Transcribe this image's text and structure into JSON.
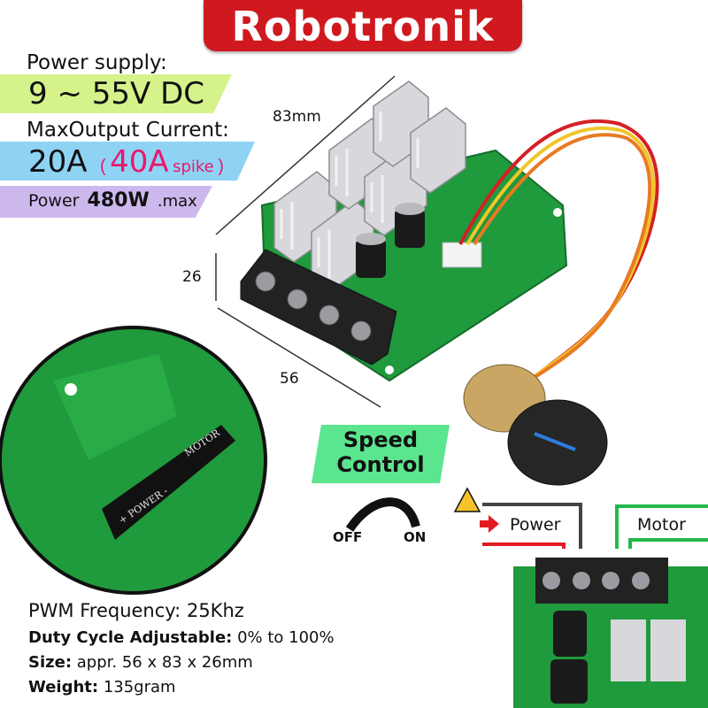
{
  "brand": "Robotronik",
  "power_supply": {
    "label": "Power supply:",
    "value": "9 ~ 55V DC"
  },
  "max_output": {
    "label": "MaxOutput Current:",
    "value": "20A",
    "spike_value": "40A",
    "spike_word": "spike",
    "open_bracket": "(",
    "close_bracket": ")"
  },
  "power": {
    "label": "Power",
    "value": "480W",
    "suffix": ".max"
  },
  "dimensions": {
    "length": "83mm",
    "height": "26",
    "width": "56"
  },
  "speed_control": {
    "line1": "Speed",
    "line2": "Control"
  },
  "switch": {
    "off": "OFF",
    "on": "ON"
  },
  "wiring": {
    "power": "Power",
    "motor": "Motor"
  },
  "silkscreen": {
    "power": "+ POWER -",
    "motor": "MOTOR"
  },
  "specs": {
    "pwm": {
      "label": "PWM Frequency:",
      "value": "25Khz"
    },
    "duty": {
      "label": "Duty Cycle Adjustable:",
      "value": "0% to 100%"
    },
    "size": {
      "label": "Size:",
      "value": "appr. 56 x 83 x 26mm"
    },
    "weight": {
      "label": "Weight:",
      "value": "135gram"
    }
  },
  "colors": {
    "brand_red": "#d0191f",
    "pcb_green": "#1f9a3c",
    "band_green": "#d6f28a",
    "band_blue": "#8fd3f4",
    "band_purple": "#cdb8ee",
    "spike_pink": "#e8186d",
    "speed_green": "#5ce58f"
  },
  "icons": [
    "warning-icon",
    "red-arrow-icon",
    "rotation-arc-icon",
    "potentiometer-knob",
    "screw-terminal"
  ]
}
